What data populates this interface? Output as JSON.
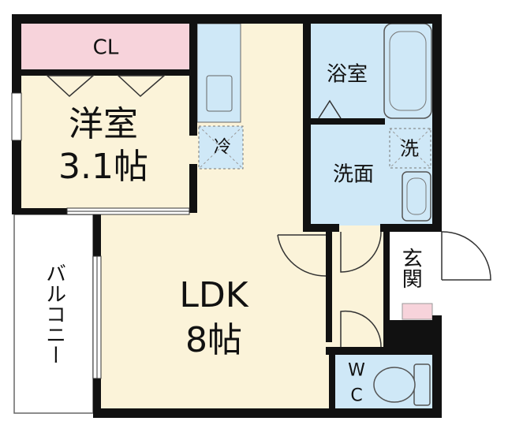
{
  "colors": {
    "wall": "#111111",
    "closet": "#f7d3db",
    "bedroom": "#fbf3d9",
    "ldk": "#fbf3d9",
    "wet": "#cfe8f7",
    "balcony": "#ffffff",
    "entrance_step": "#f7d3db"
  },
  "rooms": {
    "closet": "CL",
    "western_room": {
      "name": "洋室",
      "size": "3.1帖"
    },
    "ldk": {
      "name": "LDK",
      "size": "8帖"
    },
    "bathroom": "浴室",
    "washroom": "洗面",
    "washer_mark": "洗",
    "fridge_mark": "冷",
    "entrance": "玄関",
    "balcony": "バルコニー",
    "toilet_top": "W",
    "toilet_bottom": "C"
  }
}
